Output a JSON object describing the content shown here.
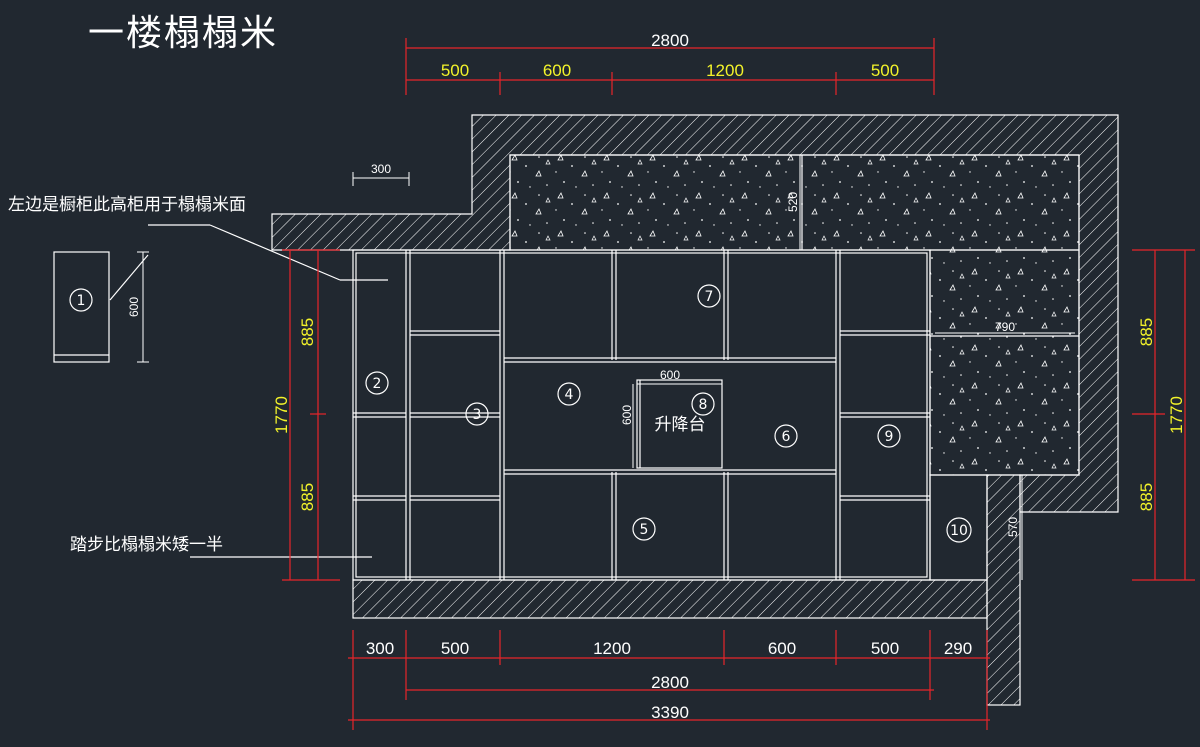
{
  "title": "一楼榻榻米",
  "notes": {
    "left_cabinet": "左边是橱柜此高柜用于榻榻米面",
    "step": "踏步比榻榻米矮一半"
  },
  "lift_label": "升降台",
  "top_dims": {
    "overall": "2800",
    "seg1": "500",
    "seg2": "600",
    "seg3": "1200",
    "seg4": "500"
  },
  "bottom_dims": {
    "seg1": "300",
    "seg2": "500",
    "seg3": "1200",
    "seg4": "600",
    "seg5": "500",
    "seg6": "290",
    "overall_mid": "2800",
    "overall": "3390"
  },
  "side_dims": {
    "left_upper": "885",
    "left_total": "1770",
    "left_lower": "885",
    "right_upper": "885",
    "right_total": "1770",
    "right_lower": "885"
  },
  "small_dims": {
    "scale_bar": "300",
    "cabinet_height": "600",
    "lift_width": "600",
    "lift_height": "600",
    "top_depth": "520",
    "right_width": "790",
    "step_height": "570"
  },
  "zone_numbers": [
    "1",
    "2",
    "3",
    "4",
    "5",
    "6",
    "7",
    "8",
    "9",
    "10"
  ]
}
